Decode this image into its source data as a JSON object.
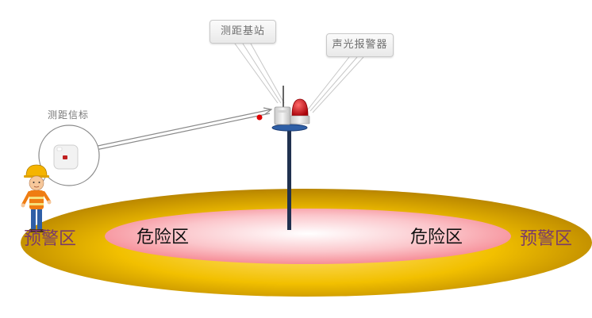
{
  "labels": {
    "base_station": "测距基站",
    "alarm": "声光报警器",
    "beacon": "测距信标"
  },
  "zones": {
    "warning_left": "预警区",
    "danger_left": "危险区",
    "danger_right": "危险区",
    "warning_right": "预警区"
  },
  "colors": {
    "warning_zone_edge": "#b88500",
    "warning_zone_center": "#ffd23a",
    "danger_zone_edge": "#f9a0a8",
    "danger_zone_center": "#ffffff",
    "pole": "#20314f",
    "alarm_red": "#d00010",
    "signal_dot": "#e00000"
  },
  "icons": {
    "worker": "worker-with-hardhat-icon",
    "beacon": "ranging-beacon-device-icon",
    "station": "ranging-base-station-icon",
    "alarm": "rotating-alarm-light-icon"
  }
}
